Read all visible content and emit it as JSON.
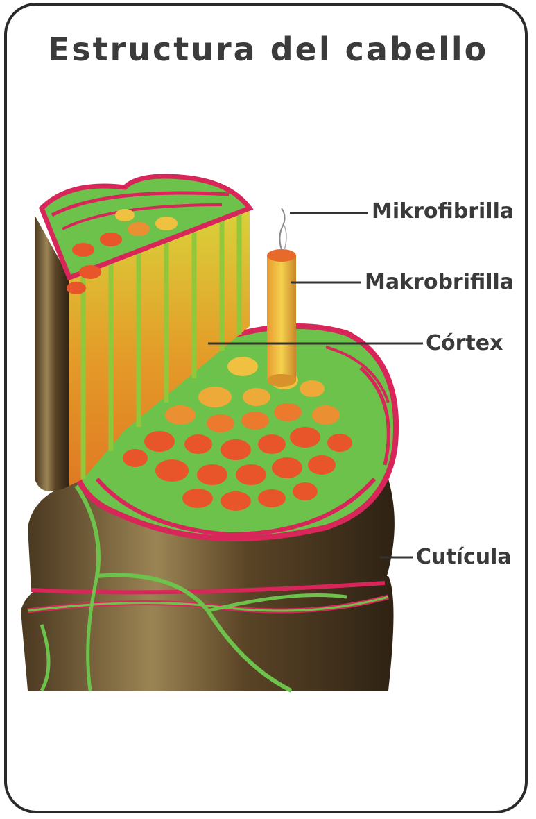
{
  "title": "Estructura del cabello",
  "labels": {
    "mikrofibrilla": "Mikrofibrilla",
    "makrobrifilla": "Makrobrifilla",
    "cortex": "Córtex",
    "cuticula": "Cutícula"
  },
  "colors": {
    "card_border": "#2a2a2a",
    "cuticle_brown": "#5b4426",
    "membrane_pink": "#d8265a",
    "matrix_green": "#6cc24a",
    "fibril_orange": "#e8552a",
    "fibril_yellow": "#e8b83a",
    "leader_line": "#333333"
  }
}
